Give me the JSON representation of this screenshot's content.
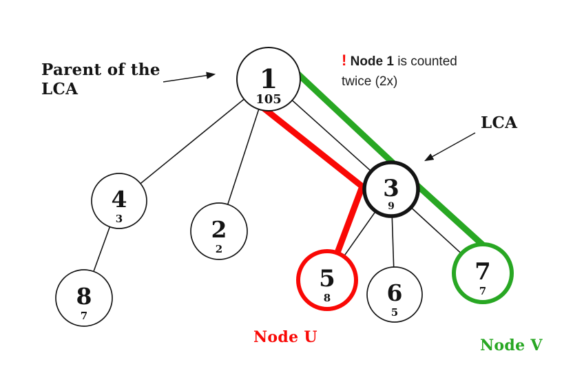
{
  "diagram": {
    "annotation": {
      "exclaim": "!",
      "emphasis": " Node 1",
      "text": " is counted twice (2x)"
    },
    "labels": {
      "parent_line1": "Parent of the",
      "parent_line2": "LCA",
      "lca": "LCA",
      "node_u": "Node U",
      "node_v": "Node V"
    },
    "nodes": [
      {
        "id": "1",
        "value": "105",
        "role": "parent-of-lca"
      },
      {
        "id": "4",
        "value": "3",
        "role": ""
      },
      {
        "id": "2",
        "value": "2",
        "role": ""
      },
      {
        "id": "8",
        "value": "7",
        "role": ""
      },
      {
        "id": "3",
        "value": "9",
        "role": "lca"
      },
      {
        "id": "5",
        "value": "8",
        "role": "node-u"
      },
      {
        "id": "6",
        "value": "5",
        "role": ""
      },
      {
        "id": "7",
        "value": "7",
        "role": "node-v"
      }
    ],
    "edges": [
      "1-4",
      "1-2",
      "1-3",
      "4-8",
      "3-5",
      "3-6",
      "3-7"
    ],
    "highlighted_paths": {
      "u": "1-3-5",
      "v": "1-3-7"
    }
  },
  "colors": {
    "red": "#f90805",
    "green": "#28a723",
    "ink": "#141414"
  }
}
